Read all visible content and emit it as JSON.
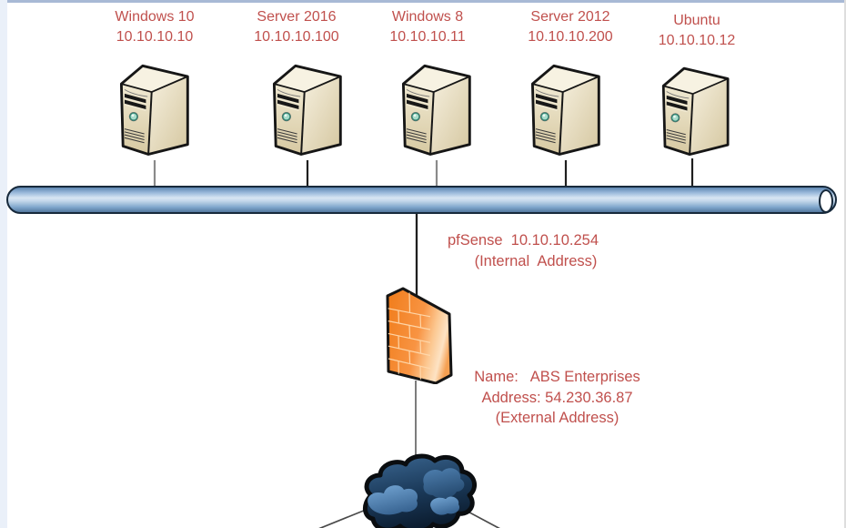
{
  "title": "network-topology-diagram",
  "hosts": [
    {
      "name": "Windows 10",
      "ip": "10.10.10.10"
    },
    {
      "name": "Server 2016",
      "ip": "10.10.10.100"
    },
    {
      "name": "Windows 8",
      "ip": "10.10.10.11"
    },
    {
      "name": "Server 2012",
      "ip": "10.10.10.200"
    },
    {
      "name": "Ubuntu",
      "ip": "10.10.10.12"
    }
  ],
  "firewall_label": {
    "line1": "pfSense  10.10.10.254",
    "line2": "(Internal  Address)"
  },
  "external_label": {
    "line1": "Name:   ABS Enterprises",
    "line2": "Address: 54.230.36.87",
    "line3": "(External Address)"
  },
  "colors": {
    "label_text": "#C0504D",
    "bus_blue": "#7FA6CC",
    "bus_outline": "#17293B",
    "firewall_orange": "#F78F35",
    "cloud_navy": "#16314D",
    "server_beige": "#E2D7B5"
  },
  "icons": {
    "server": "server-tower-icon",
    "firewall": "firewall-brick-icon",
    "cloud": "internet-cloud-icon",
    "bus": "network-bus-pipe-icon"
  }
}
